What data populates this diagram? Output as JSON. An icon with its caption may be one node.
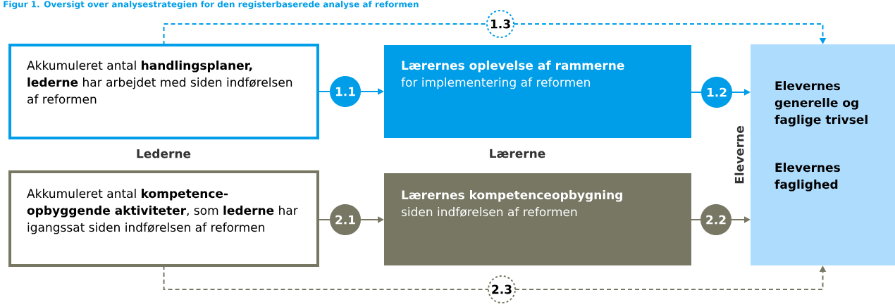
{
  "diagram": {
    "title": "Figur 1. Oversigt over analysestrategien for den registerbaserede analyse af reformen",
    "nodes": [
      {
        "text": [
          "Akkumuleret antal **handlingsplaner, lederne** har arbejdet med siden indførelsen af reformen"
        ]
      },
      {
        "text": [
          "Lærernes oplevelse af rammerne",
          "for implementering af reformen"
        ]
      },
      {
        "text": [
          "Elevernes generelle og faglige trivsel",
          "Elevernes faglighed"
        ]
      },
      {
        "text": [
          "Akkumuleret antal **kompetence- opbyggende aktiviteter**, som **lederne** har igangssat siden indførelsen af reformen"
        ]
      },
      {
        "text": [
          "Lærernes kompetenceopbygning",
          "siden indførelsen af reformen"
        ]
      },
      {
        "text": [
          "1.1"
        ]
      },
      {
        "text": [
          "1.2"
        ]
      },
      {
        "text": [
          "1.3"
        ]
      },
      {
        "text": [
          "2.1"
        ]
      },
      {
        "text": [
          "2.2"
        ]
      },
      {
        "text": [
          "2.3"
        ]
      }
    ],
    "edges": [
      {
        "from": 0,
        "to": 5,
        "arrow": "none",
        "color": "#009de8"
      },
      {
        "from": 5,
        "to": 1,
        "arrow": "to",
        "color": "#009de8"
      },
      {
        "from": 1,
        "to": 6,
        "arrow": "none",
        "color": "#009de8"
      },
      {
        "from": 6,
        "to": 2,
        "arrow": "to",
        "color": "#009de8"
      },
      {
        "from": 0,
        "to": 7,
        "arrow": "none",
        "style": "dashed",
        "color": "#009de8"
      },
      {
        "from": 7,
        "to": 2,
        "arrow": "to",
        "style": "dashed",
        "color": "#009de8"
      },
      {
        "from": 3,
        "to": 8,
        "arrow": "none",
        "color": "#787764"
      },
      {
        "from": 8,
        "to": 4,
        "arrow": "to",
        "color": "#787764"
      },
      {
        "from": 4,
        "to": 9,
        "arrow": "none",
        "color": "#787764"
      },
      {
        "from": 9,
        "to": 2,
        "arrow": "to",
        "color": "#787764"
      },
      {
        "from": 3,
        "to": 10,
        "arrow": "none",
        "style": "dashed",
        "color": "#787764"
      },
      {
        "from": 10,
        "to": 2,
        "arrow": "to",
        "style": "dashed",
        "color": "#787764"
      }
    ],
    "labels": [
      "Lederne",
      "Lærerne",
      "Eleverne"
    ]
  }
}
